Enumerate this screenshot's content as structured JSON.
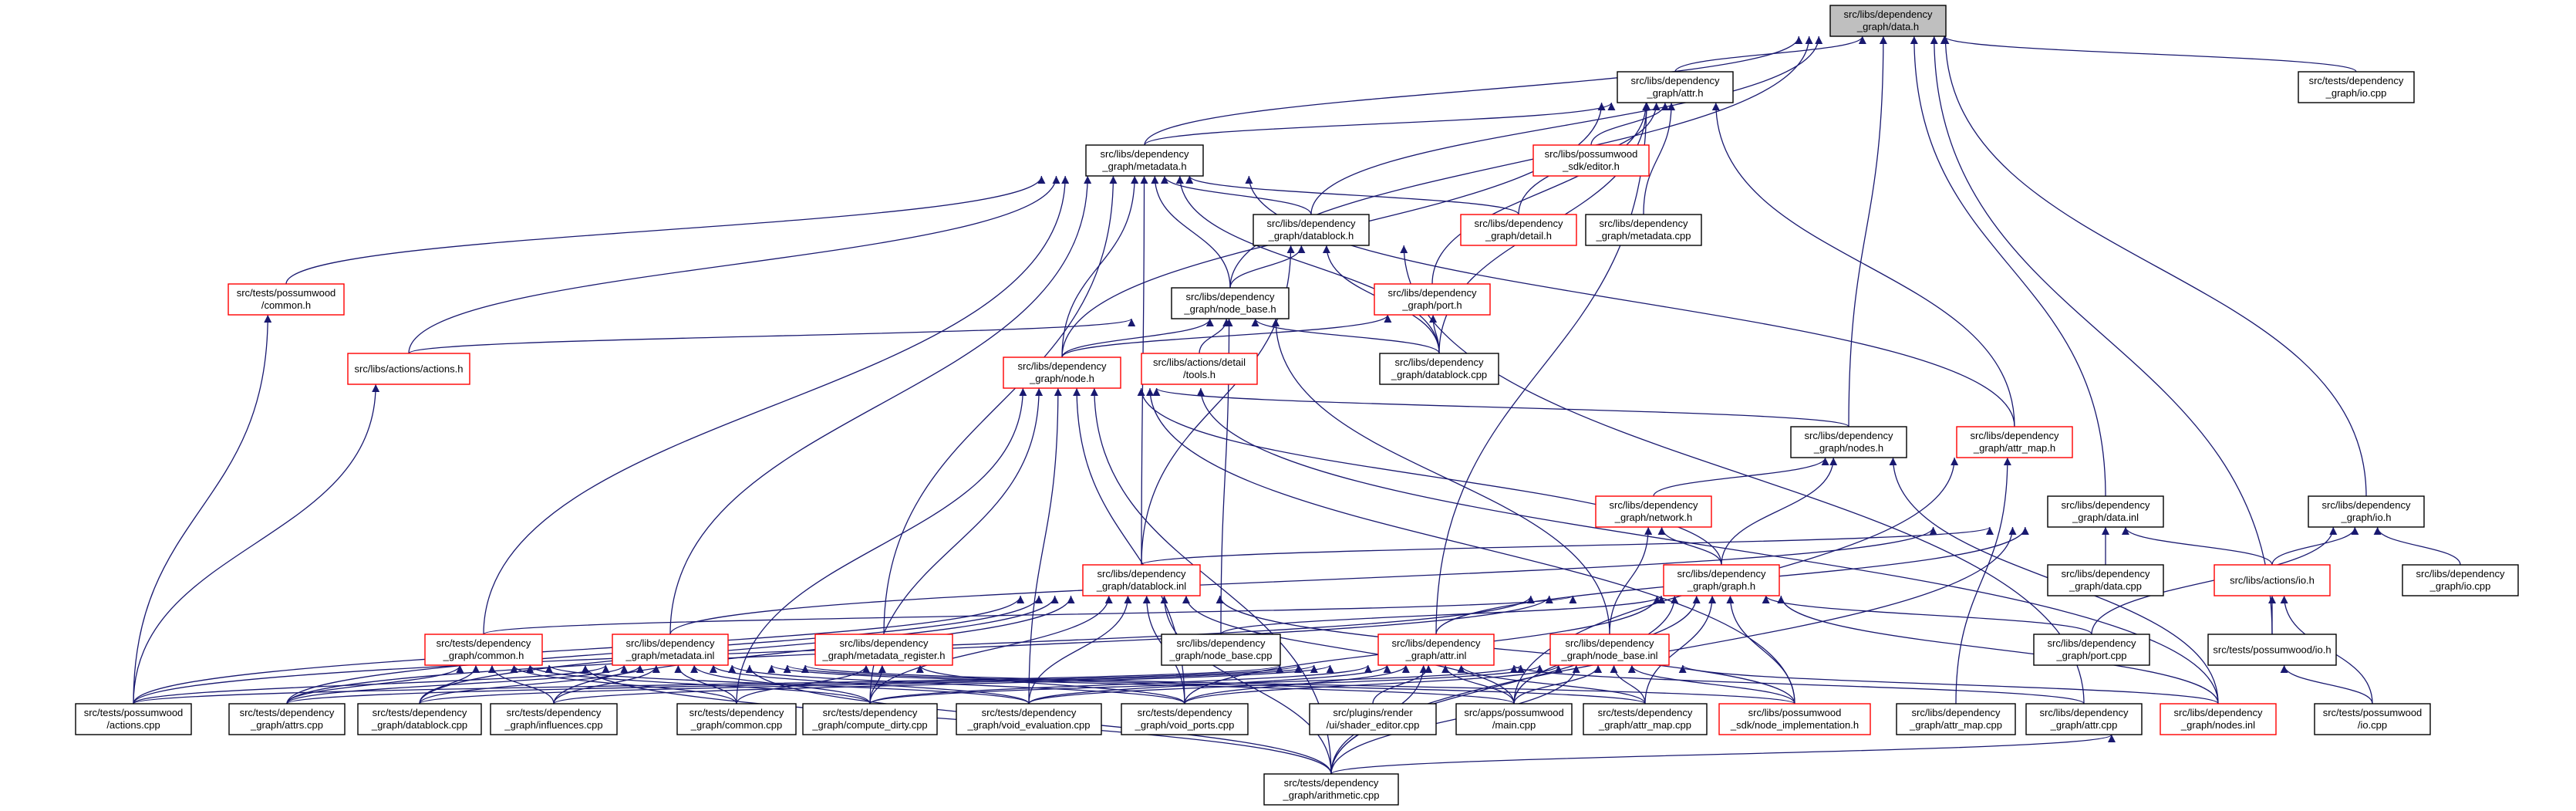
{
  "graph": {
    "edge_color": "#191970",
    "root_fill": "#bfbfbf",
    "nodes": [
      {
        "id": "data_h",
        "lines": [
          "src/libs/dependency",
          "_graph/data.h"
        ],
        "border": "black",
        "root": true
      },
      {
        "id": "attr_h",
        "lines": [
          "src/libs/dependency",
          "_graph/attr.h"
        ],
        "border": "black"
      },
      {
        "id": "tests_io_cpp",
        "lines": [
          "src/tests/dependency",
          "_graph/io.cpp"
        ],
        "border": "black"
      },
      {
        "id": "metadata_h",
        "lines": [
          "src/libs/dependency",
          "_graph/metadata.h"
        ],
        "border": "black"
      },
      {
        "id": "editor_h",
        "lines": [
          "src/libs/possumwood",
          "_sdk/editor.h"
        ],
        "border": "red"
      },
      {
        "id": "datablock_h",
        "lines": [
          "src/libs/dependency",
          "_graph/datablock.h"
        ],
        "border": "black"
      },
      {
        "id": "detail_h",
        "lines": [
          "src/libs/dependency",
          "_graph/detail.h"
        ],
        "border": "red"
      },
      {
        "id": "metadata_cpp",
        "lines": [
          "src/libs/dependency",
          "_graph/metadata.cpp"
        ],
        "border": "black"
      },
      {
        "id": "tp_common_h",
        "lines": [
          "src/tests/possumwood",
          "/common.h"
        ],
        "border": "red"
      },
      {
        "id": "node_base_h",
        "lines": [
          "src/libs/dependency",
          "_graph/node_base.h"
        ],
        "border": "black"
      },
      {
        "id": "port_h",
        "lines": [
          "src/libs/dependency",
          "_graph/port.h"
        ],
        "border": "red"
      },
      {
        "id": "actions_h",
        "lines": [
          "src/libs/actions/actions.h"
        ],
        "border": "red"
      },
      {
        "id": "node_h",
        "lines": [
          "src/libs/dependency",
          "_graph/node.h"
        ],
        "border": "red"
      },
      {
        "id": "tools_h",
        "lines": [
          "src/libs/actions/detail",
          "/tools.h"
        ],
        "border": "red"
      },
      {
        "id": "datablock_cpp",
        "lines": [
          "src/libs/dependency",
          "_graph/datablock.cpp"
        ],
        "border": "black"
      },
      {
        "id": "nodes_h",
        "lines": [
          "src/libs/dependency",
          "_graph/nodes.h"
        ],
        "border": "black"
      },
      {
        "id": "attr_map_h",
        "lines": [
          "src/libs/dependency",
          "_graph/attr_map.h"
        ],
        "border": "red"
      },
      {
        "id": "network_h",
        "lines": [
          "src/libs/dependency",
          "_graph/network.h"
        ],
        "border": "red"
      },
      {
        "id": "data_inl",
        "lines": [
          "src/libs/dependency",
          "_graph/data.inl"
        ],
        "border": "black"
      },
      {
        "id": "io_h",
        "lines": [
          "src/libs/dependency",
          "_graph/io.h"
        ],
        "border": "black"
      },
      {
        "id": "datablock_inl",
        "lines": [
          "src/libs/dependency",
          "_graph/datablock.inl"
        ],
        "border": "red"
      },
      {
        "id": "graph_h",
        "lines": [
          "src/libs/dependency",
          "_graph/graph.h"
        ],
        "border": "red"
      },
      {
        "id": "data_cpp",
        "lines": [
          "src/libs/dependency",
          "_graph/data.cpp"
        ],
        "border": "black"
      },
      {
        "id": "actions_io_h",
        "lines": [
          "src/libs/actions/io.h"
        ],
        "border": "red"
      },
      {
        "id": "libs_io_cpp",
        "lines": [
          "src/libs/dependency",
          "_graph/io.cpp"
        ],
        "border": "black"
      },
      {
        "id": "td_common_h",
        "lines": [
          "src/tests/dependency",
          "_graph/common.h"
        ],
        "border": "red"
      },
      {
        "id": "metadata_inl",
        "lines": [
          "src/libs/dependency",
          "_graph/metadata.inl"
        ],
        "border": "red"
      },
      {
        "id": "metadata_register_h",
        "lines": [
          "src/libs/dependency",
          "_graph/metadata_register.h"
        ],
        "border": "red"
      },
      {
        "id": "node_base_cpp",
        "lines": [
          "src/libs/dependency",
          "_graph/node_base.cpp"
        ],
        "border": "black"
      },
      {
        "id": "attr_inl",
        "lines": [
          "src/libs/dependency",
          "_graph/attr.inl"
        ],
        "border": "red"
      },
      {
        "id": "node_base_inl",
        "lines": [
          "src/libs/dependency",
          "_graph/node_base.inl"
        ],
        "border": "red"
      },
      {
        "id": "port_cpp",
        "lines": [
          "src/libs/dependency",
          "_graph/port.cpp"
        ],
        "border": "black"
      },
      {
        "id": "tp_io_h",
        "lines": [
          "src/tests/possumwood/io.h"
        ],
        "border": "black"
      },
      {
        "id": "tp_actions_cpp",
        "lines": [
          "src/tests/possumwood",
          "/actions.cpp"
        ],
        "border": "black"
      },
      {
        "id": "attrs_cpp",
        "lines": [
          "src/tests/dependency",
          "_graph/attrs.cpp"
        ],
        "border": "black"
      },
      {
        "id": "t_datablock_cpp",
        "lines": [
          "src/tests/dependency",
          "_graph/datablock.cpp"
        ],
        "border": "black"
      },
      {
        "id": "influences_cpp",
        "lines": [
          "src/tests/dependency",
          "_graph/influences.cpp"
        ],
        "border": "black"
      },
      {
        "id": "t_common_cpp",
        "lines": [
          "src/tests/dependency",
          "_graph/common.cpp"
        ],
        "border": "black"
      },
      {
        "id": "compute_dirty_cpp",
        "lines": [
          "src/tests/dependency",
          "_graph/compute_dirty.cpp"
        ],
        "border": "black"
      },
      {
        "id": "void_evaluation_cpp",
        "lines": [
          "src/tests/dependency",
          "_graph/void_evaluation.cpp"
        ],
        "border": "black"
      },
      {
        "id": "void_ports_cpp",
        "lines": [
          "src/tests/dependency",
          "_graph/void_ports.cpp"
        ],
        "border": "black"
      },
      {
        "id": "shader_editor_cpp",
        "lines": [
          "src/plugins/render",
          "/ui/shader_editor.cpp"
        ],
        "border": "black"
      },
      {
        "id": "main_cpp",
        "lines": [
          "src/apps/possumwood",
          "/main.cpp"
        ],
        "border": "black"
      },
      {
        "id": "t_attr_map_cpp",
        "lines": [
          "src/tests/dependency",
          "_graph/attr_map.cpp"
        ],
        "border": "black"
      },
      {
        "id": "node_impl_h",
        "lines": [
          "src/libs/possumwood",
          "_sdk/node_implementation.h"
        ],
        "border": "red"
      },
      {
        "id": "l_attr_map_cpp",
        "lines": [
          "src/libs/dependency",
          "_graph/attr_map.cpp"
        ],
        "border": "black"
      },
      {
        "id": "l_attr_cpp",
        "lines": [
          "src/libs/dependency",
          "_graph/attr.cpp"
        ],
        "border": "black"
      },
      {
        "id": "nodes_inl",
        "lines": [
          "src/libs/dependency",
          "_graph/nodes.inl"
        ],
        "border": "red"
      },
      {
        "id": "tp_io_cpp",
        "lines": [
          "src/tests/possumwood",
          "/io.cpp"
        ],
        "border": "black"
      },
      {
        "id": "arithmetic_cpp",
        "lines": [
          "src/tests/dependency",
          "_graph/arithmetic.cpp"
        ],
        "border": "black"
      }
    ],
    "edges": [
      [
        "data_h",
        "attr_h"
      ],
      [
        "data_h",
        "tests_io_cpp"
      ],
      [
        "data_h",
        "metadata_h"
      ],
      [
        "data_h",
        "datablock_h"
      ],
      [
        "data_h",
        "node_base_h"
      ],
      [
        "data_h",
        "nodes_h"
      ],
      [
        "data_h",
        "data_inl"
      ],
      [
        "data_h",
        "io_h"
      ],
      [
        "data_h",
        "tp_io_h"
      ],
      [
        "attr_h",
        "metadata_h"
      ],
      [
        "attr_h",
        "editor_h"
      ],
      [
        "attr_h",
        "detail_h"
      ],
      [
        "attr_h",
        "metadata_cpp"
      ],
      [
        "attr_h",
        "port_h"
      ],
      [
        "attr_h",
        "node_h"
      ],
      [
        "attr_h",
        "datablock_cpp"
      ],
      [
        "attr_h",
        "attr_map_h"
      ],
      [
        "attr_h",
        "attr_inl"
      ],
      [
        "metadata_h",
        "datablock_h"
      ],
      [
        "metadata_h",
        "detail_h"
      ],
      [
        "metadata_h",
        "tp_common_h"
      ],
      [
        "metadata_h",
        "node_base_h"
      ],
      [
        "metadata_h",
        "actions_h"
      ],
      [
        "metadata_h",
        "node_h"
      ],
      [
        "metadata_h",
        "datablock_cpp"
      ],
      [
        "metadata_h",
        "attr_map_h"
      ],
      [
        "metadata_h",
        "datablock_inl"
      ],
      [
        "metadata_h",
        "td_common_h"
      ],
      [
        "metadata_h",
        "metadata_inl"
      ],
      [
        "metadata_h",
        "metadata_register_h"
      ],
      [
        "datablock_h",
        "node_base_h"
      ],
      [
        "datablock_h",
        "datablock_cpp"
      ],
      [
        "datablock_h",
        "datablock_inl"
      ],
      [
        "datablock_h",
        "l_attr_cpp"
      ],
      [
        "tp_common_h",
        "tp_actions_cpp"
      ],
      [
        "node_base_h",
        "actions_h"
      ],
      [
        "node_base_h",
        "node_h"
      ],
      [
        "node_base_h",
        "tools_h"
      ],
      [
        "node_base_h",
        "datablock_cpp"
      ],
      [
        "node_base_h",
        "node_base_cpp"
      ],
      [
        "node_base_h",
        "node_base_inl"
      ],
      [
        "port_h",
        "node_h"
      ],
      [
        "port_h",
        "datablock_cpp"
      ],
      [
        "actions_h",
        "tp_actions_cpp"
      ],
      [
        "node_h",
        "nodes_h"
      ],
      [
        "node_h",
        "graph_h"
      ],
      [
        "node_h",
        "arithmetic_cpp"
      ],
      [
        "node_h",
        "void_evaluation_cpp"
      ],
      [
        "node_h",
        "void_ports_cpp"
      ],
      [
        "node_h",
        "t_common_cpp"
      ],
      [
        "node_h",
        "compute_dirty_cpp"
      ],
      [
        "node_h",
        "node_impl_h"
      ],
      [
        "node_h",
        "nodes_inl"
      ],
      [
        "nodes_h",
        "network_h"
      ],
      [
        "nodes_h",
        "graph_h"
      ],
      [
        "nodes_h",
        "nodes_inl"
      ],
      [
        "attr_map_h",
        "l_attr_map_cpp"
      ],
      [
        "attr_map_h",
        "main_cpp"
      ],
      [
        "network_h",
        "graph_h"
      ],
      [
        "network_h",
        "node_base_inl"
      ],
      [
        "data_inl",
        "datablock_inl"
      ],
      [
        "data_inl",
        "data_cpp"
      ],
      [
        "data_inl",
        "actions_io_h"
      ],
      [
        "data_inl",
        "metadata_inl"
      ],
      [
        "data_inl",
        "attr_inl"
      ],
      [
        "data_inl",
        "arithmetic_cpp"
      ],
      [
        "io_h",
        "actions_io_h"
      ],
      [
        "io_h",
        "libs_io_cpp"
      ],
      [
        "io_h",
        "port_cpp"
      ],
      [
        "actions_io_h",
        "tp_io_h"
      ],
      [
        "actions_io_h",
        "tp_io_cpp"
      ],
      [
        "tp_io_h",
        "tp_io_cpp"
      ],
      [
        "datablock_inl",
        "attrs_cpp"
      ],
      [
        "datablock_inl",
        "t_datablock_cpp"
      ],
      [
        "datablock_inl",
        "influences_cpp"
      ],
      [
        "datablock_inl",
        "compute_dirty_cpp"
      ],
      [
        "datablock_inl",
        "void_evaluation_cpp"
      ],
      [
        "datablock_inl",
        "void_ports_cpp"
      ],
      [
        "datablock_inl",
        "arithmetic_cpp"
      ],
      [
        "datablock_inl",
        "main_cpp"
      ],
      [
        "datablock_inl",
        "node_impl_h"
      ],
      [
        "datablock_inl",
        "tp_actions_cpp"
      ],
      [
        "graph_h",
        "td_common_h"
      ],
      [
        "graph_h",
        "node_base_cpp"
      ],
      [
        "graph_h",
        "port_cpp"
      ],
      [
        "graph_h",
        "tp_actions_cpp"
      ],
      [
        "graph_h",
        "attrs_cpp"
      ],
      [
        "graph_h",
        "void_ports_cpp"
      ],
      [
        "graph_h",
        "t_attr_map_cpp"
      ],
      [
        "graph_h",
        "node_impl_h"
      ],
      [
        "graph_h",
        "nodes_inl"
      ],
      [
        "graph_h",
        "main_cpp"
      ],
      [
        "graph_h",
        "arithmetic_cpp"
      ],
      [
        "td_common_h",
        "attrs_cpp"
      ],
      [
        "td_common_h",
        "t_datablock_cpp"
      ],
      [
        "td_common_h",
        "influences_cpp"
      ],
      [
        "td_common_h",
        "t_common_cpp"
      ],
      [
        "td_common_h",
        "compute_dirty_cpp"
      ],
      [
        "td_common_h",
        "void_evaluation_cpp"
      ],
      [
        "td_common_h",
        "arithmetic_cpp"
      ],
      [
        "metadata_inl",
        "attrs_cpp"
      ],
      [
        "metadata_inl",
        "t_datablock_cpp"
      ],
      [
        "metadata_inl",
        "influences_cpp"
      ],
      [
        "metadata_inl",
        "t_common_cpp"
      ],
      [
        "metadata_inl",
        "compute_dirty_cpp"
      ],
      [
        "metadata_inl",
        "void_evaluation_cpp"
      ],
      [
        "metadata_inl",
        "void_ports_cpp"
      ],
      [
        "metadata_inl",
        "arithmetic_cpp"
      ],
      [
        "metadata_inl",
        "main_cpp"
      ],
      [
        "metadata_inl",
        "t_attr_map_cpp"
      ],
      [
        "metadata_inl",
        "node_impl_h"
      ],
      [
        "metadata_inl",
        "tp_actions_cpp"
      ],
      [
        "metadata_register_h",
        "t_common_cpp"
      ],
      [
        "metadata_register_h",
        "compute_dirty_cpp"
      ],
      [
        "metadata_register_h",
        "void_ports_cpp"
      ],
      [
        "attr_inl",
        "attrs_cpp"
      ],
      [
        "attr_inl",
        "t_datablock_cpp"
      ],
      [
        "attr_inl",
        "influences_cpp"
      ],
      [
        "attr_inl",
        "compute_dirty_cpp"
      ],
      [
        "attr_inl",
        "void_evaluation_cpp"
      ],
      [
        "attr_inl",
        "void_ports_cpp"
      ],
      [
        "attr_inl",
        "shader_editor_cpp"
      ],
      [
        "attr_inl",
        "main_cpp"
      ],
      [
        "attr_inl",
        "t_attr_map_cpp"
      ],
      [
        "attr_inl",
        "l_attr_cpp"
      ],
      [
        "attr_inl",
        "arithmetic_cpp"
      ],
      [
        "attr_inl",
        "tp_actions_cpp"
      ],
      [
        "node_base_inl",
        "void_evaluation_cpp"
      ],
      [
        "node_base_inl",
        "void_ports_cpp"
      ],
      [
        "node_base_inl",
        "main_cpp"
      ],
      [
        "node_base_inl",
        "t_attr_map_cpp"
      ],
      [
        "node_base_inl",
        "node_impl_h"
      ],
      [
        "node_base_inl",
        "nodes_inl"
      ],
      [
        "node_base_inl",
        "arithmetic_cpp"
      ],
      [
        "node_base_inl",
        "compute_dirty_cpp"
      ],
      [
        "nodes_inl",
        "arithmetic_cpp"
      ]
    ]
  }
}
